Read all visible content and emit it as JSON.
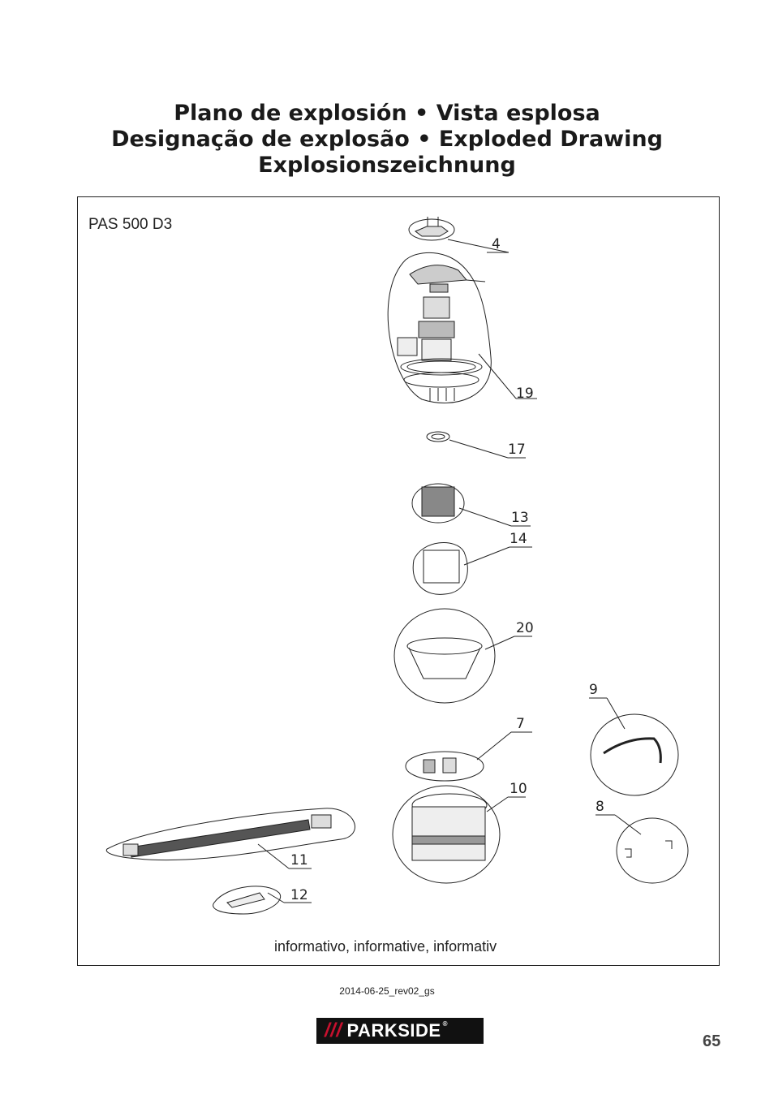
{
  "title": {
    "line1": "Plano de explosión • Vista esplosa",
    "line2": "Designação de explosão • Exploded Drawing",
    "line3": "Explosionszeichnung"
  },
  "model": "PAS 500 D3",
  "parts": {
    "p4": "4",
    "p19": "19",
    "p17": "17",
    "p13": "13",
    "p14": "14",
    "p20": "20",
    "p9": "9",
    "p7": "7",
    "p10": "10",
    "p8": "8",
    "p11": "11",
    "p12": "12"
  },
  "note": "informativo, informative, informativ",
  "revision": "2014-06-25_rev02_gs",
  "brand": {
    "slashes": "///",
    "name": "PARKSIDE",
    "reg": "®"
  },
  "page_number": "65"
}
